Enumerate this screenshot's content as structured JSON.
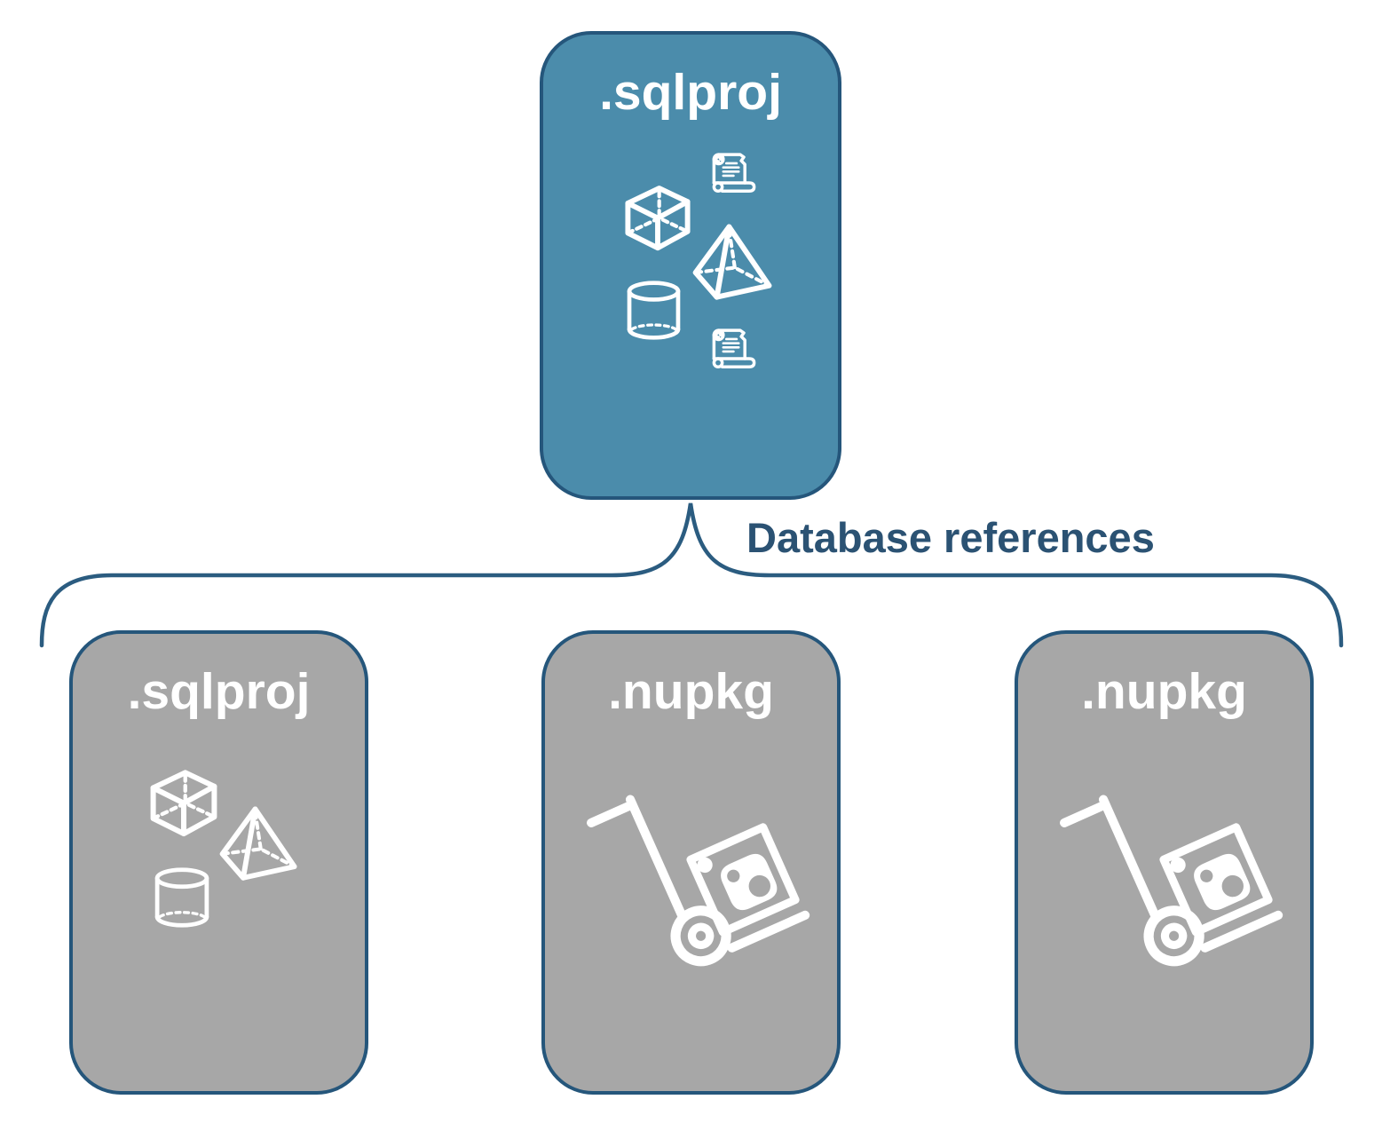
{
  "diagram": {
    "root_card": {
      "label": ".sqlproj"
    },
    "connector": {
      "label": "Database references"
    },
    "child_cards": [
      {
        "label": ".sqlproj"
      },
      {
        "label": ".nupkg"
      },
      {
        "label": ".nupkg"
      }
    ],
    "colors": {
      "root_fill": "#4B8CAB",
      "child_fill": "#A7A7A7",
      "card_border": "#25567B",
      "card_label": "#FFFFFF",
      "icon_stroke": "#FFFFFF",
      "connector_stroke": "#2B5C80",
      "connector_label": "#2B5273"
    }
  }
}
